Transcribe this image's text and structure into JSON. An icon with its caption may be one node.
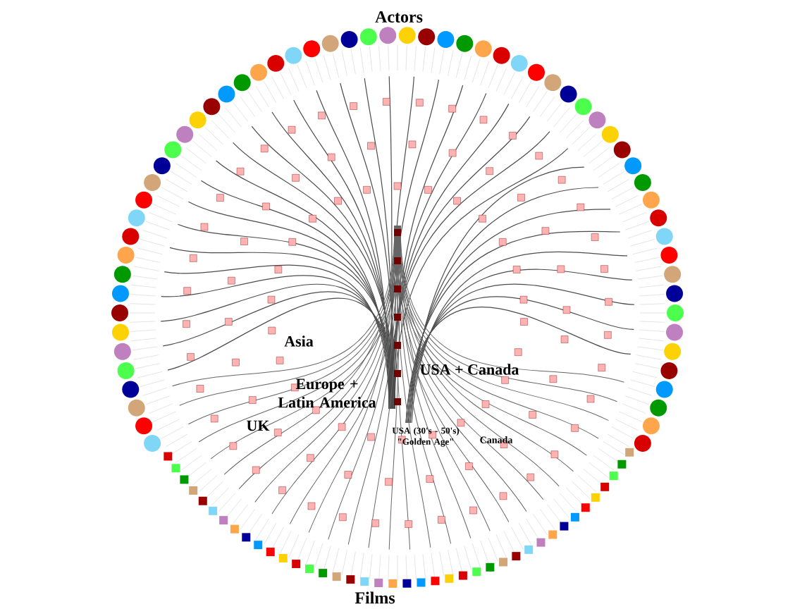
{
  "diagram": {
    "labels": [
      "Actors",
      "Asia",
      "Europe + Latin America",
      "USA + Canada",
      "UK",
      "USA (30's - 50's) \"Golden Age\"",
      "Canada",
      "Films"
    ]
  }
}
